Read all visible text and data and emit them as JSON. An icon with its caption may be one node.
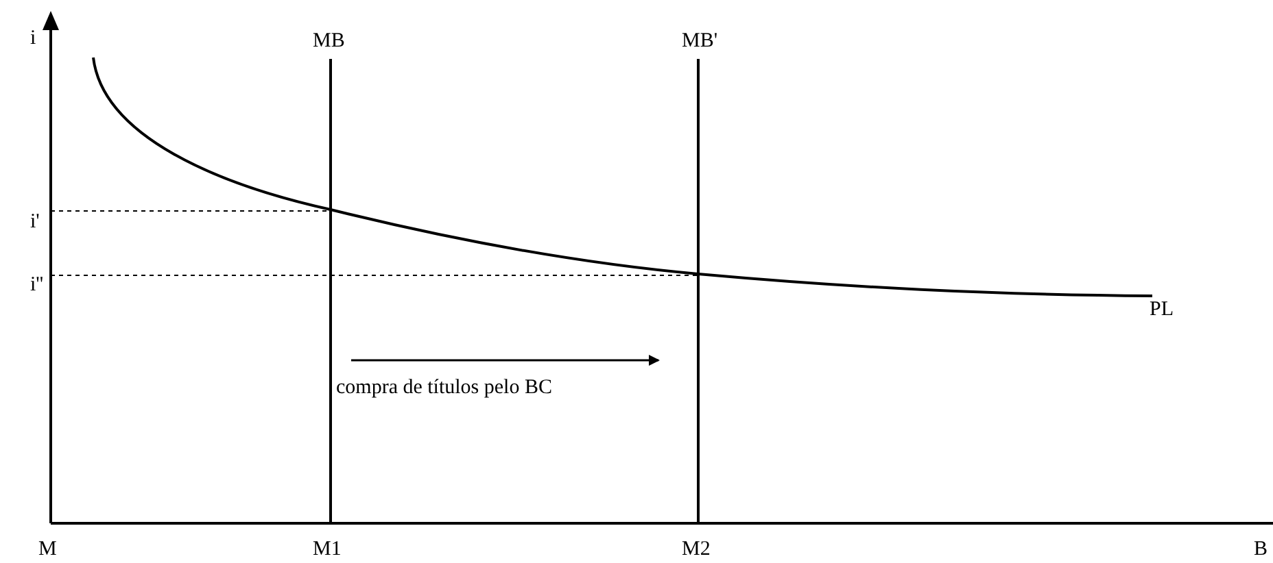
{
  "diagram": {
    "labels": [
      "i",
      "MB",
      "MB'",
      "i'",
      "i''",
      "PL",
      "compra de títulos pelo BC",
      "M",
      "M1",
      "M2",
      "B"
    ]
  }
}
